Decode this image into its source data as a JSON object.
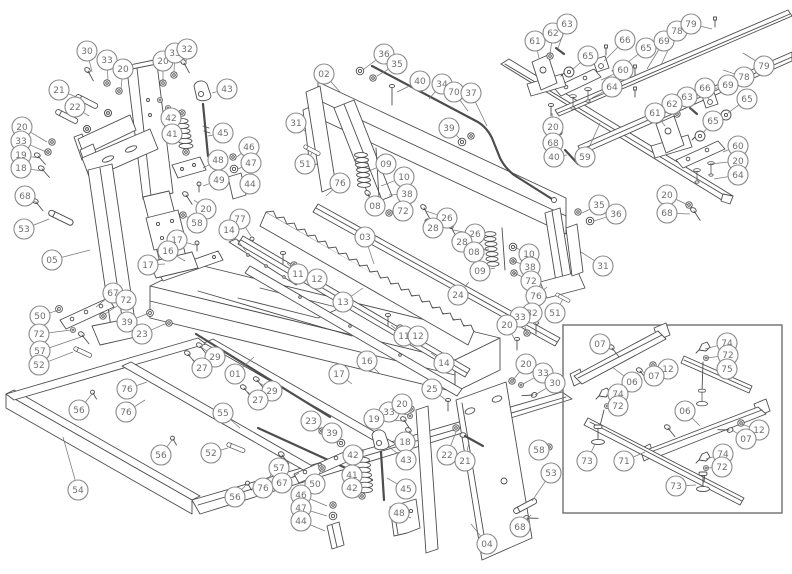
{
  "figure": {
    "type": "exploded-parts-diagram",
    "description": "Isometric exploded assembly drawing of a bending brake style machine with numbered part callouts and a detail inset box at lower right",
    "colors": {
      "background": "#ffffff",
      "line": "#4d4d4d",
      "balloon_stroke": "#8b8b8b",
      "balloon_text": "#6f6f6f"
    },
    "balloon_radius": 10,
    "callouts_format": [
      "part_number",
      "x",
      "y",
      "leader_x",
      "leader_y"
    ]
  },
  "callouts": [
    [
      "30",
      87,
      51,
      92,
      72
    ],
    [
      "33",
      107,
      60,
      108,
      80
    ],
    [
      "20",
      123,
      69,
      121,
      89
    ],
    [
      "20",
      163,
      61,
      163,
      81
    ],
    [
      "33",
      175,
      53,
      174,
      72
    ],
    [
      "32",
      187,
      49,
      186,
      64
    ],
    [
      "21",
      59,
      90,
      79,
      98
    ],
    [
      "22",
      75,
      107,
      89,
      116
    ],
    [
      "43",
      227,
      89,
      212,
      93
    ],
    [
      "42",
      171,
      118,
      180,
      114
    ],
    [
      "41",
      172,
      134,
      179,
      137
    ],
    [
      "45",
      223,
      133,
      208,
      136
    ],
    [
      "20",
      22,
      127,
      47,
      142
    ],
    [
      "33",
      21,
      141,
      46,
      152
    ],
    [
      "19",
      21,
      155,
      39,
      158
    ],
    [
      "18",
      21,
      168,
      43,
      171
    ],
    [
      "46",
      249,
      147,
      237,
      157
    ],
    [
      "47",
      251,
      163,
      238,
      169
    ],
    [
      "48",
      218,
      160,
      203,
      168
    ],
    [
      "49",
      219,
      180,
      203,
      186
    ],
    [
      "44",
      250,
      184,
      241,
      186
    ],
    [
      "68",
      25,
      196,
      37,
      203
    ],
    [
      "53",
      24,
      229,
      49,
      219
    ],
    [
      "05",
      52,
      260,
      90,
      250
    ],
    [
      "20",
      206,
      209,
      194,
      200
    ],
    [
      "58",
      197,
      223,
      186,
      216
    ],
    [
      "17",
      177,
      240,
      195,
      245
    ],
    [
      "16",
      168,
      251,
      185,
      261
    ],
    [
      "17",
      148,
      265,
      165,
      264
    ],
    [
      "77",
      240,
      219,
      251,
      236
    ],
    [
      "14",
      229,
      230,
      246,
      251
    ],
    [
      "67",
      113,
      293,
      96,
      307
    ],
    [
      "72",
      126,
      300,
      105,
      314
    ],
    [
      "50",
      40,
      316,
      59,
      310
    ],
    [
      "39",
      127,
      322,
      149,
      313
    ],
    [
      "23",
      142,
      334,
      167,
      323
    ],
    [
      "72",
      39,
      334,
      71,
      330
    ],
    [
      "57",
      40,
      351,
      81,
      337
    ],
    [
      "52",
      39,
      365,
      73,
      352
    ],
    [
      "29",
      215,
      357,
      201,
      347
    ],
    [
      "27",
      202,
      368,
      189,
      356
    ],
    [
      "01",
      235,
      374,
      254,
      357
    ],
    [
      "29",
      272,
      391,
      258,
      382
    ],
    [
      "27",
      258,
      400,
      245,
      390
    ],
    [
      "36",
      384,
      54,
      364,
      69
    ],
    [
      "35",
      397,
      64,
      377,
      76
    ],
    [
      "02",
      324,
      74,
      341,
      93
    ],
    [
      "40",
      420,
      81,
      397,
      92
    ],
    [
      "34",
      442,
      84,
      429,
      99
    ],
    [
      "70",
      454,
      92,
      468,
      111
    ],
    [
      "37",
      471,
      93,
      487,
      126
    ],
    [
      "31",
      296,
      123,
      306,
      132
    ],
    [
      "39",
      449,
      128,
      461,
      140
    ],
    [
      "51",
      305,
      164,
      312,
      153
    ],
    [
      "09",
      386,
      164,
      371,
      170
    ],
    [
      "10",
      404,
      177,
      381,
      186
    ],
    [
      "76",
      340,
      183,
      326,
      196
    ],
    [
      "38",
      407,
      194,
      389,
      195
    ],
    [
      "08",
      375,
      206,
      374,
      198
    ],
    [
      "72",
      403,
      211,
      391,
      211
    ],
    [
      "03",
      365,
      237,
      374,
      264
    ],
    [
      "26",
      447,
      218,
      426,
      211
    ],
    [
      "28",
      433,
      228,
      428,
      222
    ],
    [
      "26",
      475,
      234,
      453,
      230
    ],
    [
      "28",
      462,
      242,
      455,
      241
    ],
    [
      "08",
      474,
      252,
      489,
      249
    ],
    [
      "09",
      480,
      271,
      495,
      268
    ],
    [
      "11",
      298,
      274,
      287,
      263
    ],
    [
      "12",
      317,
      279,
      296,
      266
    ],
    [
      "13",
      343,
      302,
      363,
      288
    ],
    [
      "24",
      458,
      295,
      469,
      282
    ],
    [
      "11",
      404,
      336,
      391,
      325
    ],
    [
      "12",
      418,
      336,
      400,
      328
    ],
    [
      "16",
      367,
      361,
      379,
      373
    ],
    [
      "17",
      339,
      374,
      352,
      384
    ],
    [
      "14",
      444,
      363,
      431,
      353
    ],
    [
      "35",
      599,
      205,
      582,
      213
    ],
    [
      "36",
      616,
      214,
      594,
      221
    ],
    [
      "31",
      603,
      266,
      581,
      252
    ],
    [
      "20",
      667,
      195,
      688,
      205
    ],
    [
      "68",
      667,
      213,
      690,
      214
    ],
    [
      "10",
      529,
      254,
      514,
      247
    ],
    [
      "38",
      530,
      267,
      513,
      261
    ],
    [
      "72",
      531,
      281,
      514,
      273
    ],
    [
      "76",
      536,
      296,
      547,
      287
    ],
    [
      "51",
      555,
      313,
      563,
      299
    ],
    [
      "32",
      532,
      313,
      536,
      326
    ],
    [
      "33",
      520,
      317,
      527,
      331
    ],
    [
      "20",
      507,
      325,
      515,
      340
    ],
    [
      "20",
      526,
      364,
      513,
      380
    ],
    [
      "33",
      543,
      373,
      523,
      384
    ],
    [
      "30",
      555,
      383,
      535,
      395
    ],
    [
      "61",
      535,
      41,
      539,
      58
    ],
    [
      "62",
      553,
      33,
      550,
      54
    ],
    [
      "63",
      567,
      24,
      558,
      48
    ],
    [
      "66",
      625,
      40,
      604,
      61
    ],
    [
      "65",
      646,
      48,
      623,
      66
    ],
    [
      "65",
      588,
      56,
      572,
      70
    ],
    [
      "60",
      623,
      70,
      601,
      80
    ],
    [
      "64",
      612,
      87,
      592,
      98
    ],
    [
      "69",
      664,
      41,
      647,
      69
    ],
    [
      "78",
      677,
      31,
      661,
      65
    ],
    [
      "79",
      691,
      24,
      712,
      29
    ],
    [
      "79",
      764,
      66,
      743,
      53
    ],
    [
      "78",
      744,
      77,
      723,
      70
    ],
    [
      "69",
      728,
      85,
      706,
      91
    ],
    [
      "66",
      705,
      88,
      709,
      100
    ],
    [
      "63",
      687,
      97,
      692,
      111
    ],
    [
      "62",
      672,
      104,
      677,
      114
    ],
    [
      "61",
      655,
      113,
      665,
      126
    ],
    [
      "65",
      747,
      99,
      728,
      113
    ],
    [
      "65",
      713,
      121,
      703,
      133
    ],
    [
      "60",
      738,
      146,
      723,
      152
    ],
    [
      "20",
      738,
      161,
      710,
      164
    ],
    [
      "64",
      738,
      175,
      714,
      179
    ],
    [
      "20",
      553,
      127,
      552,
      113
    ],
    [
      "68",
      553,
      143,
      559,
      133
    ],
    [
      "40",
      554,
      157,
      567,
      155
    ],
    [
      "59",
      585,
      157,
      600,
      123
    ],
    [
      "76",
      127,
      389,
      147,
      382
    ],
    [
      "56",
      79,
      410,
      92,
      394
    ],
    [
      "76",
      126,
      412,
      145,
      400
    ],
    [
      "55",
      223,
      413,
      240,
      428
    ],
    [
      "56",
      161,
      455,
      172,
      440
    ],
    [
      "52",
      211,
      453,
      228,
      448
    ],
    [
      "54",
      78,
      490,
      63,
      437
    ],
    [
      "56",
      235,
      497,
      247,
      484
    ],
    [
      "76",
      263,
      488,
      280,
      460
    ],
    [
      "23",
      311,
      421,
      321,
      431
    ],
    [
      "39",
      332,
      433,
      340,
      443
    ],
    [
      "33",
      389,
      412,
      409,
      415
    ],
    [
      "19",
      374,
      419,
      404,
      421
    ],
    [
      "20",
      402,
      404,
      410,
      409
    ],
    [
      "18",
      405,
      442,
      410,
      433
    ],
    [
      "25",
      432,
      389,
      447,
      401
    ],
    [
      "43",
      406,
      460,
      389,
      447
    ],
    [
      "42",
      353,
      455,
      360,
      452
    ],
    [
      "41",
      352,
      475,
      358,
      473
    ],
    [
      "42",
      352,
      488,
      360,
      493
    ],
    [
      "45",
      406,
      489,
      387,
      478
    ],
    [
      "57",
      279,
      468,
      287,
      460
    ],
    [
      "67",
      282,
      483,
      299,
      473
    ],
    [
      "50",
      315,
      484,
      321,
      470
    ],
    [
      "46",
      301,
      495,
      327,
      506
    ],
    [
      "47",
      301,
      508,
      327,
      516
    ],
    [
      "44",
      301,
      521,
      325,
      531
    ],
    [
      "48",
      399,
      513,
      411,
      518
    ],
    [
      "22",
      447,
      455,
      456,
      432
    ],
    [
      "21",
      465,
      461,
      469,
      442
    ],
    [
      "04",
      487,
      544,
      471,
      524
    ],
    [
      "68",
      520,
      527,
      531,
      515
    ],
    [
      "58",
      539,
      450,
      549,
      447
    ],
    [
      "53",
      551,
      473,
      532,
      501
    ],
    [
      "07",
      600,
      344,
      615,
      351
    ],
    [
      "12",
      668,
      369,
      655,
      366
    ],
    [
      "07",
      654,
      376,
      643,
      372
    ],
    [
      "06",
      632,
      382,
      612,
      367
    ],
    [
      "74",
      727,
      343,
      705,
      349
    ],
    [
      "72",
      728,
      355,
      707,
      358
    ],
    [
      "75",
      727,
      369,
      719,
      376
    ],
    [
      "74",
      618,
      394,
      606,
      395
    ],
    [
      "72",
      618,
      406,
      608,
      406
    ],
    [
      "06",
      685,
      411,
      700,
      426
    ],
    [
      "73",
      587,
      461,
      595,
      444
    ],
    [
      "71",
      624,
      461,
      645,
      452
    ],
    [
      "74",
      723,
      454,
      706,
      459
    ],
    [
      "72",
      722,
      467,
      707,
      468
    ],
    [
      "73",
      676,
      486,
      696,
      485
    ],
    [
      "12",
      759,
      430,
      741,
      424
    ],
    [
      "07",
      746,
      439,
      732,
      430
    ]
  ]
}
